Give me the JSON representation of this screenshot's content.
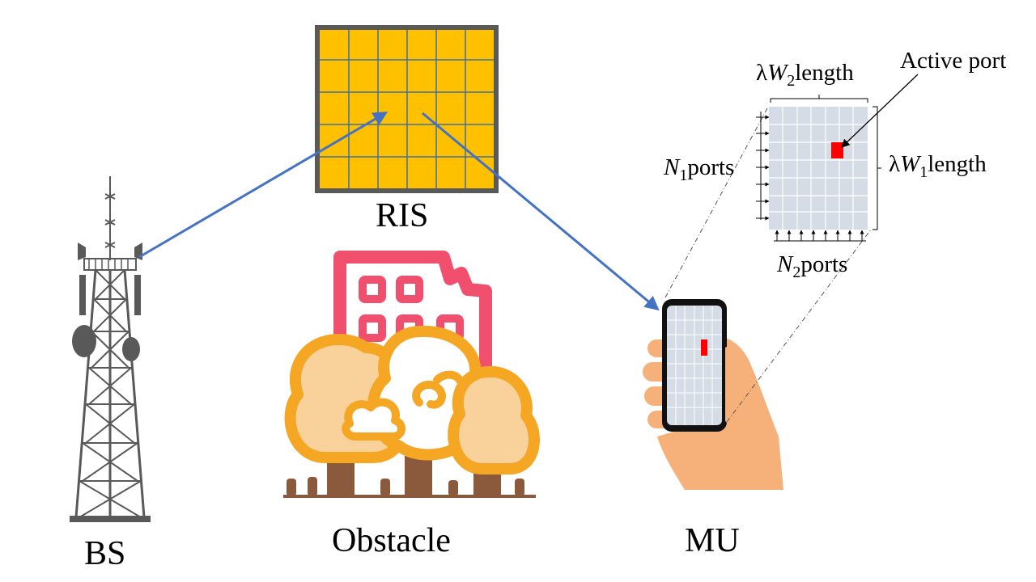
{
  "labels": {
    "bs": "BS",
    "ris": "RIS",
    "obstacle": "Obstacle",
    "mu": "MU",
    "active_port": "Active port",
    "w2": {
      "lambda": "λ",
      "sym": "W",
      "sub": "2",
      "text": "length"
    },
    "w1": {
      "lambda": "λ",
      "sym": "W",
      "sub": "1",
      "text": "length"
    },
    "n1": {
      "sym": "N",
      "sub": "1",
      "text": "ports"
    },
    "n2": {
      "sym": "N",
      "sub": "2",
      "text": "ports"
    }
  },
  "colors": {
    "ris_fill": "#FFC000",
    "ris_border": "#595959",
    "ris_grid": "#3F6FA5",
    "link_arrow": "#4472C4",
    "tower": "#595959",
    "port_grid_fill": "#D6DCE5",
    "active_port": "#FF0000",
    "building": "#F0506E",
    "tree_light": "#F9D19B",
    "tree_outline": "#F5A623",
    "trunk": "#8B5A3C",
    "hand": "#F6B07A",
    "phone_body": "#111111"
  },
  "icons": [
    "base-station-tower-icon",
    "obstacle-building-trees-icon",
    "hand-holding-phone-icon"
  ]
}
